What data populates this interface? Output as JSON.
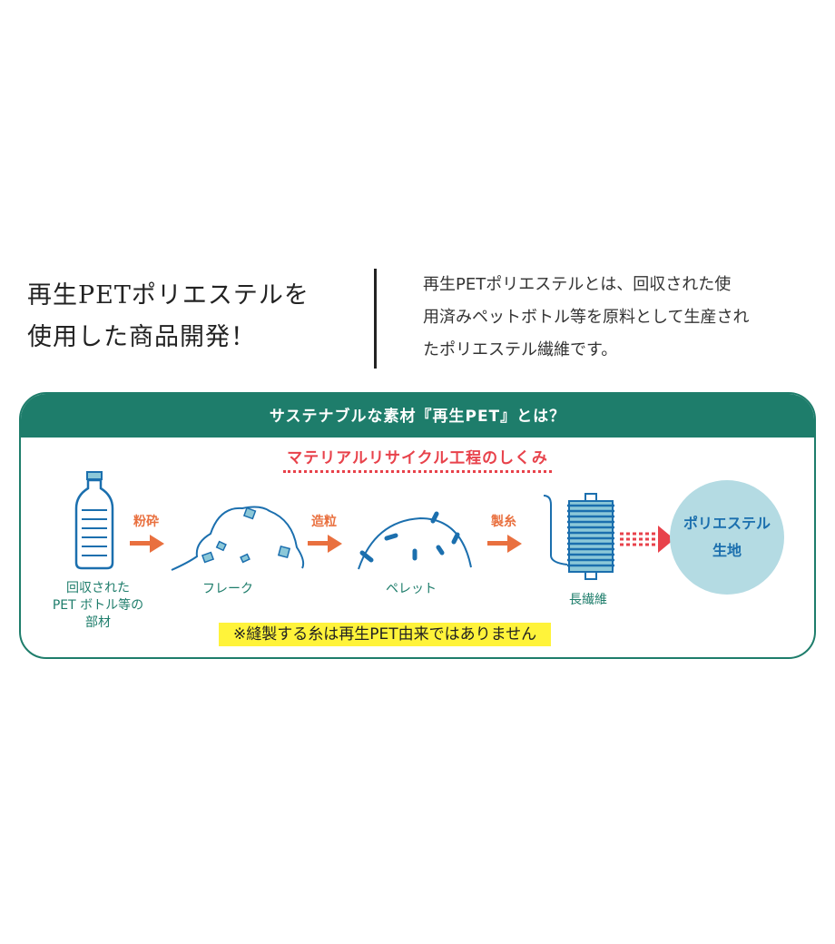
{
  "heading": {
    "line1": "再生PETポリエステルを",
    "line2": "使用した商品開発！"
  },
  "description": {
    "line1": "再生PETポリエステルとは、回収された使",
    "line2": "用済みペットボトル等を原料として生産され",
    "line3": "たポリエステル繊維です。"
  },
  "diagram": {
    "title": "サステナブルな素材『再生PET』とは？",
    "subtitle": "マテリアルリサイクル工程のしくみ",
    "items": {
      "bottle": {
        "line1": "回収された",
        "line2": "PET ボトル等の",
        "line3": "部材"
      },
      "flake": "フレーク",
      "pellet": "ペレット",
      "fiber": "長繊維"
    },
    "steps": {
      "crush": "粉砕",
      "granulate": "造粒",
      "spin": "製糸"
    },
    "result": {
      "line1": "ポリエステル",
      "line2": "生地"
    },
    "note": "※縫製する糸は再生PET由来ではありません",
    "colors": {
      "green": "#1e7d6b",
      "orange": "#e9703f",
      "red": "#e8424b",
      "blue": "#1b6fae",
      "lightblue": "#b4dbe3",
      "yellow": "#fff33a"
    }
  }
}
